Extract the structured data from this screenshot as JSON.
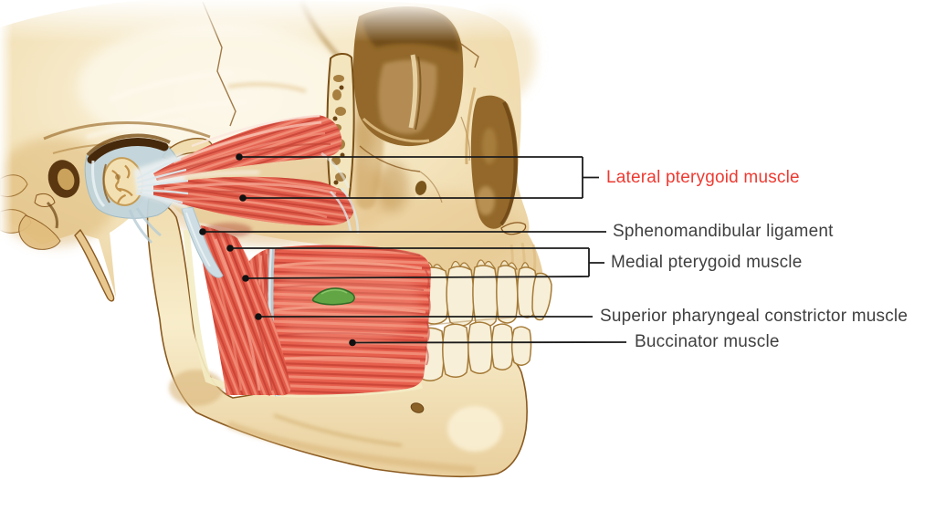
{
  "figure": {
    "type": "anatomical-diagram",
    "annotation_line_color": "#1b1b1b",
    "label_text_color": "#3f3f3f",
    "accent_label_color": "#ee3a31"
  },
  "labels": {
    "lateral_pterygoid": {
      "text": "Lateral pterygoid muscle",
      "highlighted": true,
      "color": "#ee3a31",
      "leader_lines": 2,
      "bracketed": true
    },
    "sphenomandibular": {
      "text": "Sphenomandibular ligament",
      "highlighted": false,
      "color": "#3f3f3f",
      "leader_lines": 1,
      "bracketed": false
    },
    "medial_pterygoid": {
      "text": "Medial pterygoid muscle",
      "highlighted": false,
      "color": "#3f3f3f",
      "leader_lines": 2,
      "bracketed": true
    },
    "superior_constrictor": {
      "text": "Superior pharyngeal constrictor muscle",
      "highlighted": false,
      "color": "#3f3f3f",
      "leader_lines": 1,
      "bracketed": false
    },
    "buccinator": {
      "text": "Buccinator muscle",
      "highlighted": false,
      "color": "#3f3f3f",
      "leader_lines": 1,
      "bracketed": false
    }
  },
  "palette": {
    "bone_light": "#fbf3df",
    "bone_mid": "#f2e0b6",
    "bone_shade": "#d9b277",
    "bone_outline": "#8a5a20",
    "cavity_brown": "#93682a",
    "muscle_base": "#e7604e",
    "muscle_highlight": "#f8a78f",
    "muscle_shadow": "#bb372b",
    "ligament_blue": "#cddde3",
    "capsule_blue": "#c2d5dc",
    "duct_green": "#61a544"
  }
}
